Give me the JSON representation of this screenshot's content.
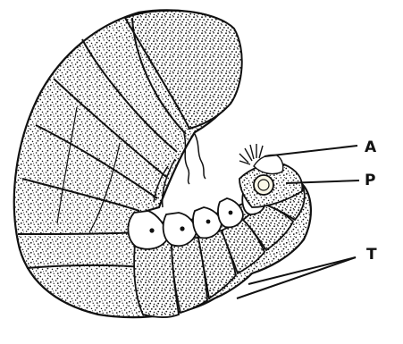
{
  "figure": {
    "subject": "grub-larva-illustration",
    "colors": {
      "ink": "#111111",
      "paper": "#ffffff",
      "spiracle_fill": "#fbf8e8"
    }
  },
  "labels": [
    {
      "id": "A",
      "text": "A"
    },
    {
      "id": "P",
      "text": "P"
    },
    {
      "id": "T",
      "text": "T"
    }
  ]
}
